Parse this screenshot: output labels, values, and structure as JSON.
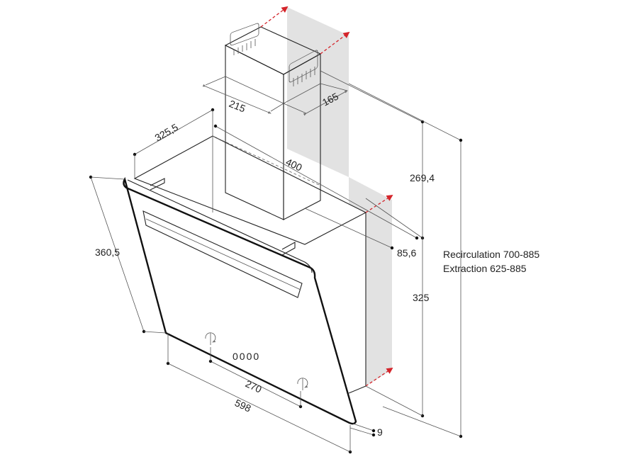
{
  "dimensions": {
    "chimney_width": "215",
    "chimney_depth": "165",
    "body_depth": "325,5",
    "chimney_offset": "400",
    "glass_height": "360,5",
    "upper_height": "269,4",
    "wall_gap": "85,6",
    "body_height": "325",
    "controls_span": "270",
    "total_width": "598",
    "glass_thickness": "9"
  },
  "notes": {
    "recirculation": "Recirculation 700-885",
    "extraction": "Extraction 625-885"
  },
  "control_panel": {
    "display": "0000"
  },
  "colors": {
    "wall": "#e2e2e2",
    "arrow": "#d4242a",
    "line": "#222222"
  }
}
